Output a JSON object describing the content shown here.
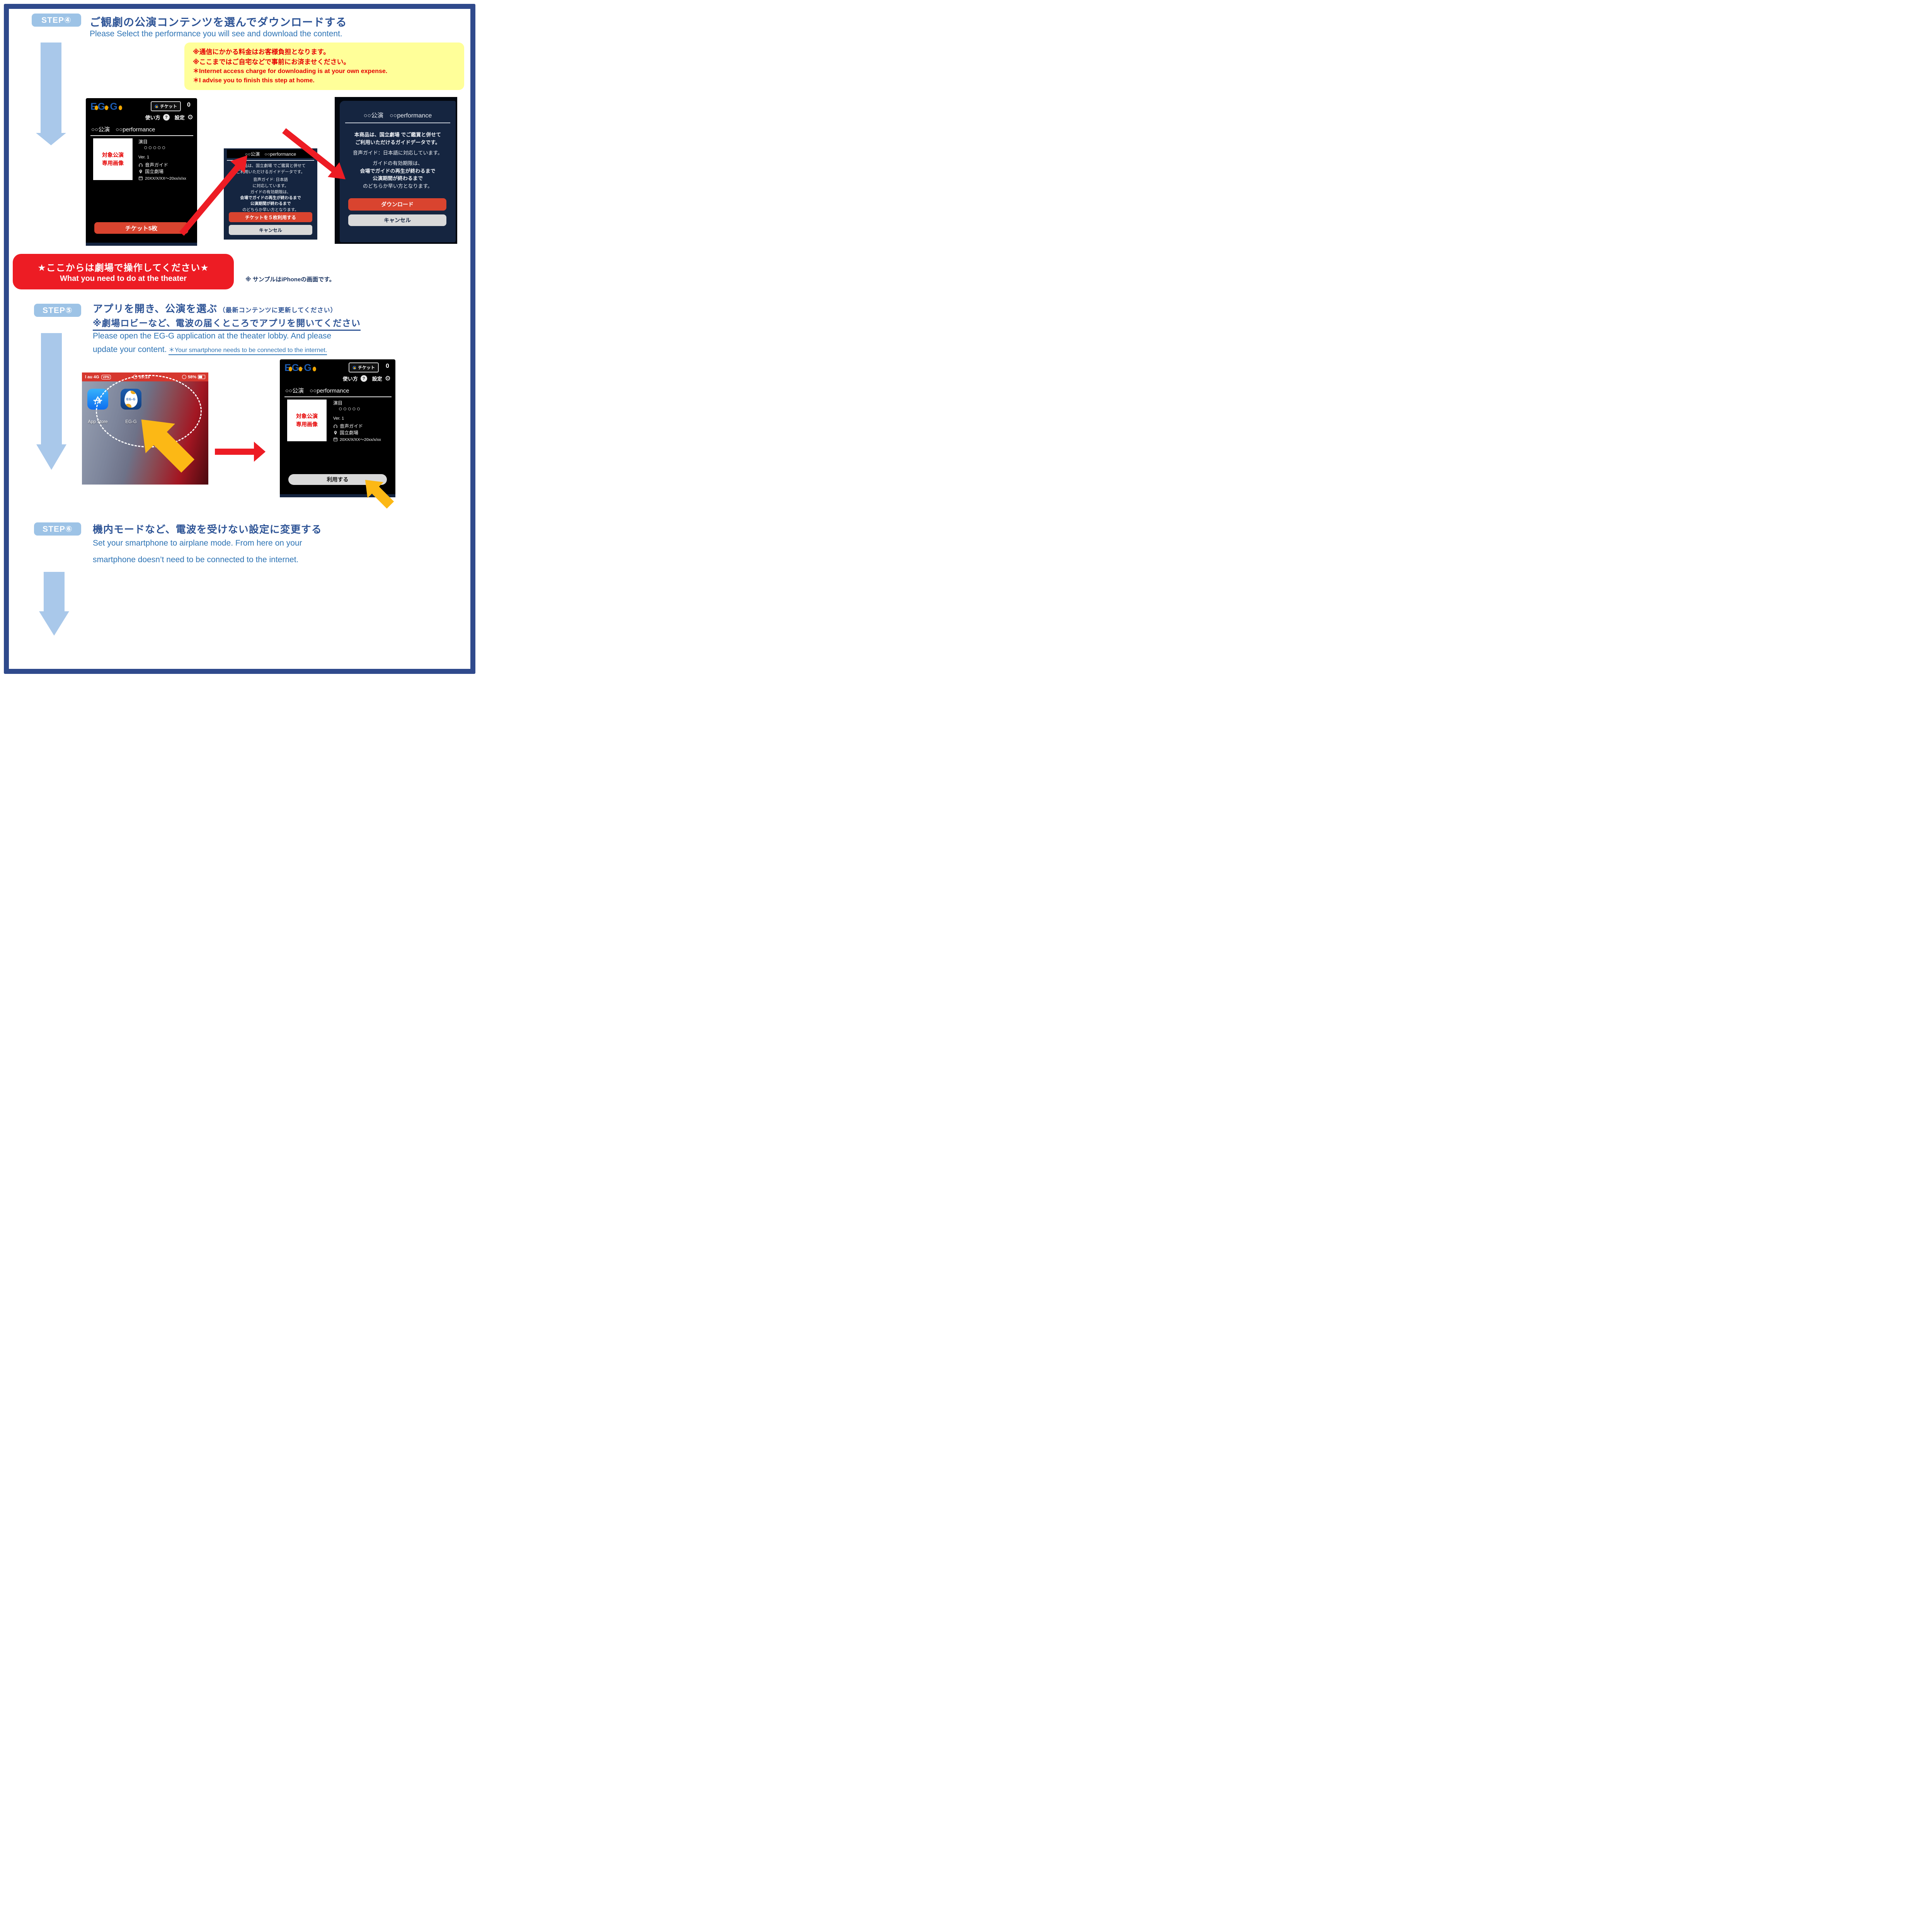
{
  "colors": {
    "page_border": "#2f4a8c",
    "accent_blue_jp": "#2e5496",
    "accent_blue_en": "#2e74b5",
    "badge_blue": "#9dc3e6",
    "banner_red": "#ed1c24",
    "warning_bg": "#ffff99",
    "warning_red": "#e50000",
    "button_red": "#d9442f",
    "button_gray": "#d9d9d9",
    "flow_arrow_blue": "#a9c8ea",
    "cursor_yellow": "#fcb815",
    "phone_navy": "#152540"
  },
  "step4": {
    "badge": "STEP④",
    "title_jp": "ご観劇の公演コンテンツを選んでダウンロードする",
    "subtitle_en": "Please Select the performance you will see and download the content.",
    "note_lines": [
      "※通信にかかる料金はお客様負担となります。",
      "※ここまではご自宅などで事前にお済ませください。",
      "＊Internet access charge for downloading is at your own expense.",
      "＊I advise you to finish this step at home."
    ]
  },
  "app_screen": {
    "logo": "EG-G",
    "ticket_glyph": "G",
    "ticket_label": "チケット",
    "ticket_count": "0",
    "howto_label": "使い方",
    "howto_icon": "?",
    "settings_label": "設定",
    "settings_icon": "⚙",
    "performance_title": "○○公演　○○performance",
    "placeholder_line1": "対象公演",
    "placeholder_line2": "専用画像",
    "program_label": "演目",
    "program_value": "○○○○○",
    "version": "Ver. 1",
    "audio_guide": "音声ガイド",
    "venue": "国立劇場",
    "dates": "20XX/X/XX～20xx/x/xx",
    "ticket_button": "チケット5枚",
    "use_button": "利用する"
  },
  "dialog_small": {
    "title": "○○公演　○○performance",
    "p1_line1": "本商品は、国立劇場 でご鑑賞と併せて",
    "p1_line2": "ご利用いただけるガイドデータです。",
    "p2_line1": "音声ガイド: 日本語",
    "p2_line2": "に対応しています。",
    "p3_line1": "ガイドの有効期限は、",
    "p3_line2": "会場でガイドの再生が終わるまで",
    "p3_line3": "公演期間が終わるまで",
    "p3_line4": "のどちらか早い方となります。",
    "primary_button": "チケットを５枚利用する",
    "cancel_button": "キャンセル"
  },
  "dialog_large": {
    "title": "○○公演　○○performance",
    "p1_line1": "本商品は、国立劇場 でご鑑賞と併せて",
    "p1_line2": "ご利用いただけるガイドデータです。",
    "p2": "音声ガイド：日本語に対応しています。",
    "p3_line1": "ガイドの有効期限は、",
    "p3_line2": "会場でガイドの再生が終わるまで",
    "p3_line3": "公演期間が終わるまで",
    "p3_line4": "のどちらか早い方となります。",
    "primary_button": "ダウンロード",
    "cancel_button": "キャンセル"
  },
  "theater_banner": {
    "line_jp": "★ここからは劇場で操作してください★",
    "line_en": "What you need to do at the theater"
  },
  "sample_note": "※ サンプルはiPhoneの画面です。",
  "step5": {
    "badge": "STEP⑤",
    "title_jp": "アプリを開き、公演を選ぶ",
    "title_paren": "（最新コンテンツに更新してください）",
    "subtitle_jp": "※劇場ロビーなど、電波の届くところでアプリを開いてください",
    "en_line1": "Please open the EG-G application at the theater lobby. And please",
    "en_line2": "update your content.",
    "en_note": "＊Your smartphone needs to be connected to the internet."
  },
  "home_screen": {
    "carrier": "l au 4G",
    "vpn": "VPN",
    "time": "15:13",
    "battery": "58%",
    "app1_label": "App Store",
    "app2_label": "EG-G",
    "app2_icon_text": "EG-G"
  },
  "step6": {
    "badge": "STEP⑥",
    "title_jp": "機内モードなど、電波を受けない設定に変更する",
    "en_line1": "Set your smartphone to airplane mode. From here on your",
    "en_line2": "smartphone doesn’t need to be connected to the internet."
  }
}
